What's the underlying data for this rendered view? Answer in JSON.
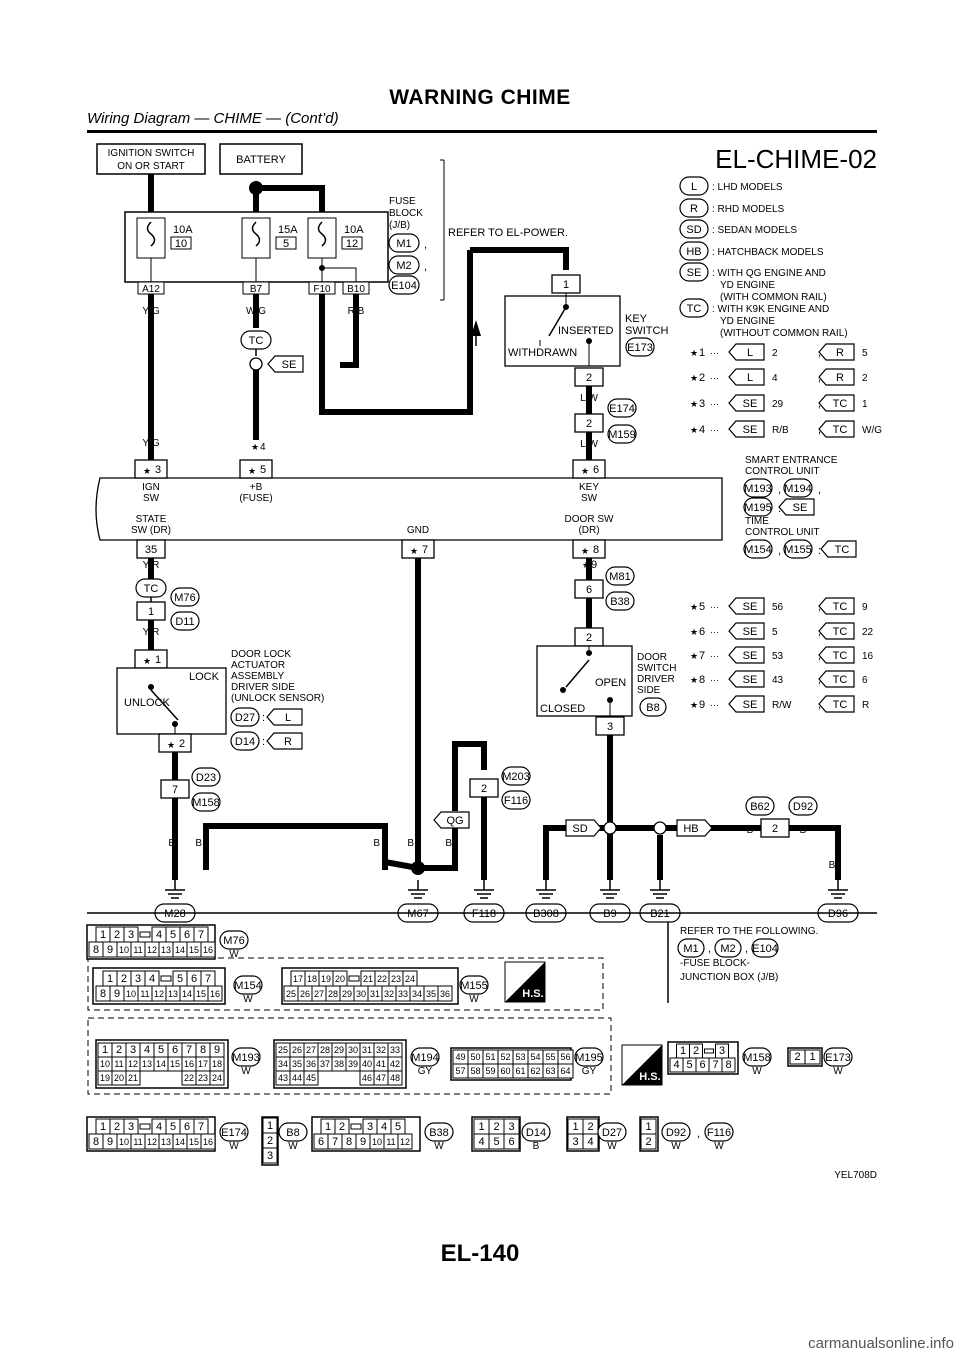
{
  "header": {
    "title": "WARNING CHIME",
    "subtitle": "Wiring Diagram — CHIME — (Cont’d)",
    "page_number": "EL-140"
  },
  "diagram": {
    "code": "EL-CHIME-02",
    "ignition_switch": [
      "IGNITION SWITCH",
      "ON OR START"
    ],
    "battery": "BATTERY",
    "fuse_block": {
      "label": [
        "FUSE",
        "BLOCK",
        "(J/B)"
      ],
      "connectors": [
        "M1",
        "M2",
        "E104"
      ],
      "refer": "REFER TO EL-POWER.",
      "fuses": [
        {
          "amp": "10A",
          "no": "10"
        },
        {
          "amp": "15A",
          "no": "5"
        },
        {
          "amp": "10A",
          "no": "12"
        }
      ],
      "terminals": [
        "A12",
        "B7",
        "F10",
        "B10"
      ]
    },
    "wires": {
      "yg": "Y/G",
      "wg": "W/G",
      "r": "R",
      "rb": "R/B",
      "lw": "L/W",
      "yr": "Y/R",
      "b": "B",
      "star4": "4",
      "star9": "9"
    },
    "tags": {
      "tc": "TC",
      "se": "SE",
      "qg": "QG",
      "sd": "SD",
      "hb": "HB",
      "l": "L",
      "r": "R"
    },
    "key_switch": {
      "label": [
        "KEY",
        "SWITCH"
      ],
      "connector": "E173",
      "inserted": "INSERTED",
      "withdrawn": "WITHDRAWN",
      "pin_top": "1",
      "pin_bottom": "2"
    },
    "inline_conn": {
      "pin": "2",
      "a": "E174",
      "b": "M159"
    },
    "control_unit": {
      "pins_top": [
        {
          "star": "3",
          "label": [
            "IGN",
            "SW"
          ]
        },
        {
          "star": "5",
          "label": [
            "+B",
            "(FUSE)"
          ]
        },
        {
          "star": "6",
          "label": [
            "KEY",
            "SW"
          ]
        }
      ],
      "pins_bottom": [
        {
          "pin": "35",
          "label": [
            "STATE",
            "SW (DR)"
          ]
        },
        {
          "star": "7",
          "label": [
            "GND"
          ]
        },
        {
          "star": "8",
          "label": [
            "DOOR SW",
            "(DR)"
          ]
        }
      ],
      "smart": [
        "SMART ENTRANCE",
        "CONTROL UNIT"
      ],
      "smart_conns": [
        "M193",
        "M194",
        "M195"
      ],
      "time": [
        "TIME",
        "CONTROL UNIT"
      ],
      "time_conns": [
        "M154",
        "M155"
      ]
    },
    "joint_m76": {
      "pin": "1",
      "a": "M76",
      "b": "D11"
    },
    "door_lock": {
      "label": [
        "DOOR LOCK",
        "ACTUATOR",
        "ASSEMBLY",
        "DRIVER SIDE",
        "(UNLOCK SENSOR)"
      ],
      "lock": "LOCK",
      "unlock": "UNLOCK",
      "c1": "D27",
      "c2": "D14",
      "star_top": "1",
      "star_bot": "2"
    },
    "conn_d23": {
      "pin": "7",
      "a": "D23",
      "b": "M158"
    },
    "conn_m81": {
      "pin": "6",
      "a": "M81",
      "b": "B38"
    },
    "conn_m203": {
      "pin": "2",
      "a": "M203",
      "b": "F116"
    },
    "door_switch": {
      "label": [
        "DOOR",
        "SWITCH",
        "DRIVER",
        "SIDE"
      ],
      "connector": "B8",
      "open": "OPEN",
      "closed": "CLOSED",
      "pin_top": "2",
      "pin_bottom": "3"
    },
    "b62_d92": {
      "pin": "2",
      "a": "B62",
      "b": "D92"
    },
    "grounds": [
      "M28",
      "M67",
      "F118",
      "B308",
      "B9",
      "B21",
      "D96"
    ],
    "legend": [
      {
        "tag": "L",
        "text": ": LHD MODELS"
      },
      {
        "tag": "R",
        "text": ": RHD MODELS"
      },
      {
        "tag": "SD",
        "text": ": SEDAN MODELS"
      },
      {
        "tag": "HB",
        "text": ": HATCHBACK  MODELS"
      },
      {
        "tag": "SE",
        "text": ": WITH QG ENGINE AND",
        "extra": [
          "YD ENGINE",
          "(WITH COMMON RAIL)"
        ]
      },
      {
        "tag": "TC",
        "text": ": WITH K9K ENGINE AND",
        "extra": [
          "YD ENGINE",
          "(WITHOUT COMMON RAIL)"
        ]
      }
    ],
    "notes_top": [
      {
        "n": "1",
        "t1": "L",
        "v1": "2",
        "t2": "R",
        "v2": "5"
      },
      {
        "n": "2",
        "t1": "L",
        "v1": "4",
        "t2": "R",
        "v2": "2"
      },
      {
        "n": "3",
        "t1": "SE",
        "v1": "29",
        "t2": "TC",
        "v2": "1"
      },
      {
        "n": "4",
        "t1": "SE",
        "v1": "R/B",
        "t2": "TC",
        "v2": "W/G"
      }
    ],
    "notes_bottom": [
      {
        "n": "5",
        "t1": "SE",
        "v1": "56",
        "t2": "TC",
        "v2": "9"
      },
      {
        "n": "6",
        "t1": "SE",
        "v1": "5",
        "t2": "TC",
        "v2": "22"
      },
      {
        "n": "7",
        "t1": "SE",
        "v1": "53",
        "t2": "TC",
        "v2": "16"
      },
      {
        "n": "8",
        "t1": "SE",
        "v1": "43",
        "t2": "TC",
        "v2": "6"
      },
      {
        "n": "9",
        "t1": "SE",
        "v1": "R/W",
        "t2": "TC",
        "v2": "R"
      }
    ]
  },
  "connectors_section": {
    "refer": [
      "REFER TO THE FOLLOWING.",
      "-FUSE BLOCK-",
      "JUNCTION BOX (J/B)"
    ],
    "refer_conns": [
      "M1",
      "M2",
      "E104"
    ],
    "hs": "H.S.",
    "items": [
      {
        "id": "M76",
        "color": "W",
        "rows": [
          [
            "1",
            "2",
            "3",
            "",
            "4",
            "5",
            "6",
            "7"
          ],
          [
            "8",
            "9",
            "10",
            "11",
            "12",
            "13",
            "14",
            "15",
            "16"
          ]
        ]
      },
      {
        "id": "M154",
        "color": "W",
        "rows": [
          [
            "1",
            "2",
            "3",
            "4",
            "",
            "5",
            "6",
            "7"
          ],
          [
            "8",
            "9",
            "10",
            "11",
            "12",
            "13",
            "14",
            "15",
            "16"
          ]
        ]
      },
      {
        "id": "M155",
        "color": "W",
        "rows": [
          [
            "17",
            "18",
            "19",
            "20",
            "",
            "21",
            "22",
            "23",
            "24"
          ],
          [
            "25",
            "26",
            "27",
            "28",
            "29",
            "30",
            "31",
            "32",
            "33",
            "34",
            "35",
            "36"
          ]
        ]
      },
      {
        "id": "M193",
        "color": "W",
        "rows": [
          [
            "1",
            "2",
            "3",
            "4",
            "5",
            "6",
            "7",
            "8",
            "9"
          ],
          [
            "10",
            "11",
            "12",
            "13",
            "14",
            "15",
            "16",
            "17",
            "18"
          ],
          [
            "19",
            "20",
            "21",
            "",
            "",
            "",
            "22",
            "23",
            "24"
          ]
        ]
      },
      {
        "id": "M194",
        "color": "GY",
        "rows": [
          [
            "25",
            "26",
            "27",
            "28",
            "29",
            "30",
            "31",
            "32",
            "33"
          ],
          [
            "34",
            "35",
            "36",
            "37",
            "38",
            "39",
            "40",
            "41",
            "42"
          ],
          [
            "43",
            "44",
            "45",
            "",
            "",
            "",
            "46",
            "47",
            "48"
          ]
        ]
      },
      {
        "id": "M195",
        "color": "GY",
        "rows": [
          [
            "49",
            "50",
            "51",
            "52",
            "53",
            "54",
            "55",
            "56"
          ],
          [
            "57",
            "58",
            "59",
            "60",
            "61",
            "62",
            "63",
            "64"
          ]
        ]
      },
      {
        "id": "M158",
        "color": "W",
        "rows": [
          [
            "1",
            "2",
            "",
            "3"
          ],
          [
            "4",
            "5",
            "6",
            "7",
            "8"
          ]
        ]
      },
      {
        "id": "E173",
        "color": "W",
        "rows": [
          [
            "2",
            "1"
          ]
        ]
      },
      {
        "id": "E174",
        "color": "W",
        "rows": [
          [
            "1",
            "2",
            "3",
            "",
            "4",
            "5",
            "6",
            "7"
          ],
          [
            "8",
            "9",
            "10",
            "11",
            "12",
            "13",
            "14",
            "15",
            "16"
          ]
        ]
      },
      {
        "id": "B8",
        "color": "W",
        "rows": [
          [
            "1"
          ],
          [
            "2"
          ],
          [
            "3"
          ]
        ]
      },
      {
        "id": "B38",
        "color": "W",
        "rows": [
          [
            "1",
            "2",
            "",
            "3",
            "4",
            "5"
          ],
          [
            "6",
            "7",
            "8",
            "9",
            "10",
            "11",
            "12"
          ]
        ]
      },
      {
        "id": "D14",
        "color": "B",
        "rows": [
          [
            "1",
            "2",
            "3"
          ],
          [
            "4",
            "5",
            "6"
          ]
        ]
      },
      {
        "id": "D27",
        "color": "W",
        "rows": [
          [
            "1",
            "2"
          ],
          [
            "3",
            "4"
          ]
        ]
      },
      {
        "id": "D92",
        "color": "W",
        "rows": [
          [
            "1"
          ],
          [
            "2"
          ]
        ]
      },
      {
        "id": "F116",
        "color": "W",
        "rows": []
      }
    ],
    "figure_code": "YEL708D"
  },
  "watermark": "carmanualsonline.info"
}
